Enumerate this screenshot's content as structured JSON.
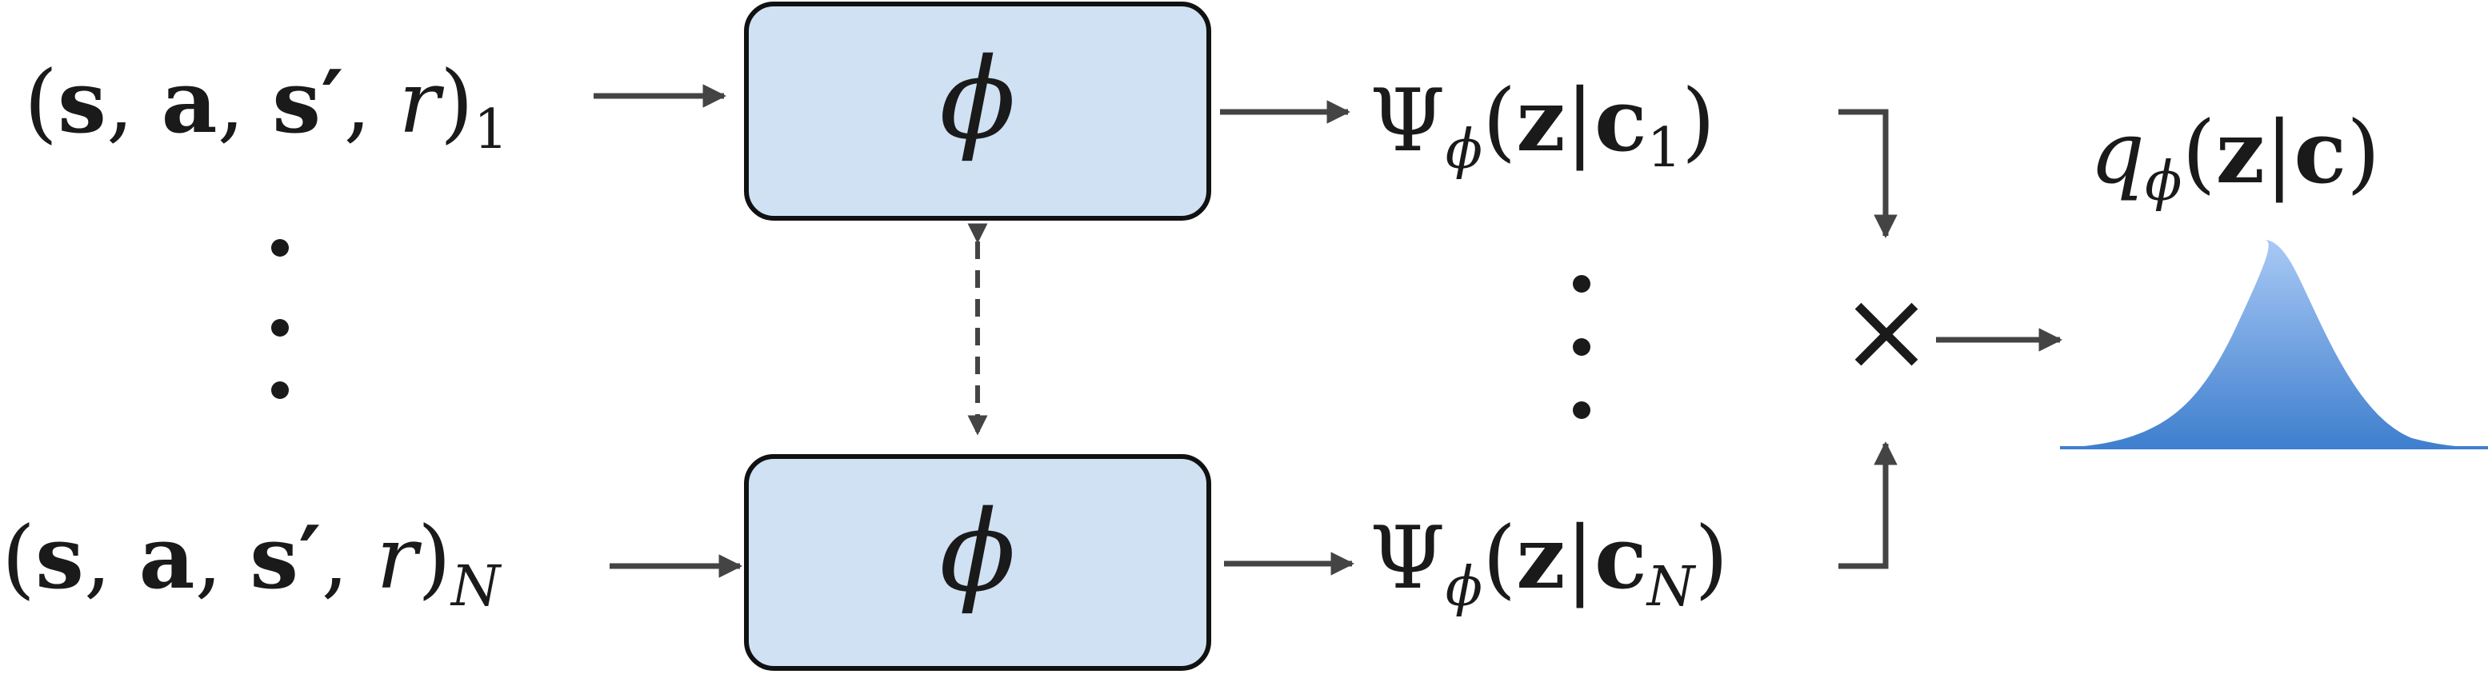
{
  "inputs": {
    "first": {
      "open": "(",
      "s": "s",
      "c1": ", ",
      "a": "a",
      "c2": ", ",
      "sp": "s′",
      "c3": ", ",
      "r": "r",
      "close": ")",
      "sub": "1"
    },
    "last": {
      "open": "(",
      "s": "s",
      "c1": ", ",
      "a": "a",
      "c2": ", ",
      "sp": "s′",
      "c3": ", ",
      "r": "r",
      "close": ")",
      "sub": "N"
    }
  },
  "encoder": {
    "symbol": "ϕ"
  },
  "factors": {
    "first": {
      "psi": "Ψ",
      "psi_sub": "ϕ",
      "open": "(",
      "z": "z",
      "bar": "|",
      "c": "c",
      "c_sub": "1",
      "close": ")"
    },
    "last": {
      "psi": "Ψ",
      "psi_sub": "ϕ",
      "open": "(",
      "z": "z",
      "bar": "|",
      "c": "c",
      "c_sub": "N",
      "close": ")"
    }
  },
  "product": {
    "symbol": "×"
  },
  "posterior": {
    "q": "q",
    "q_sub": "ϕ",
    "open": "(",
    "z": "z",
    "bar": "|",
    "c": "c",
    "close": ")"
  },
  "colors": {
    "box_fill": "#cfe1f3",
    "box_stroke": "#111111",
    "arrow": "#444444",
    "gaussian_top": "#a9c9f5",
    "gaussian_bottom": "#3f7fce"
  }
}
